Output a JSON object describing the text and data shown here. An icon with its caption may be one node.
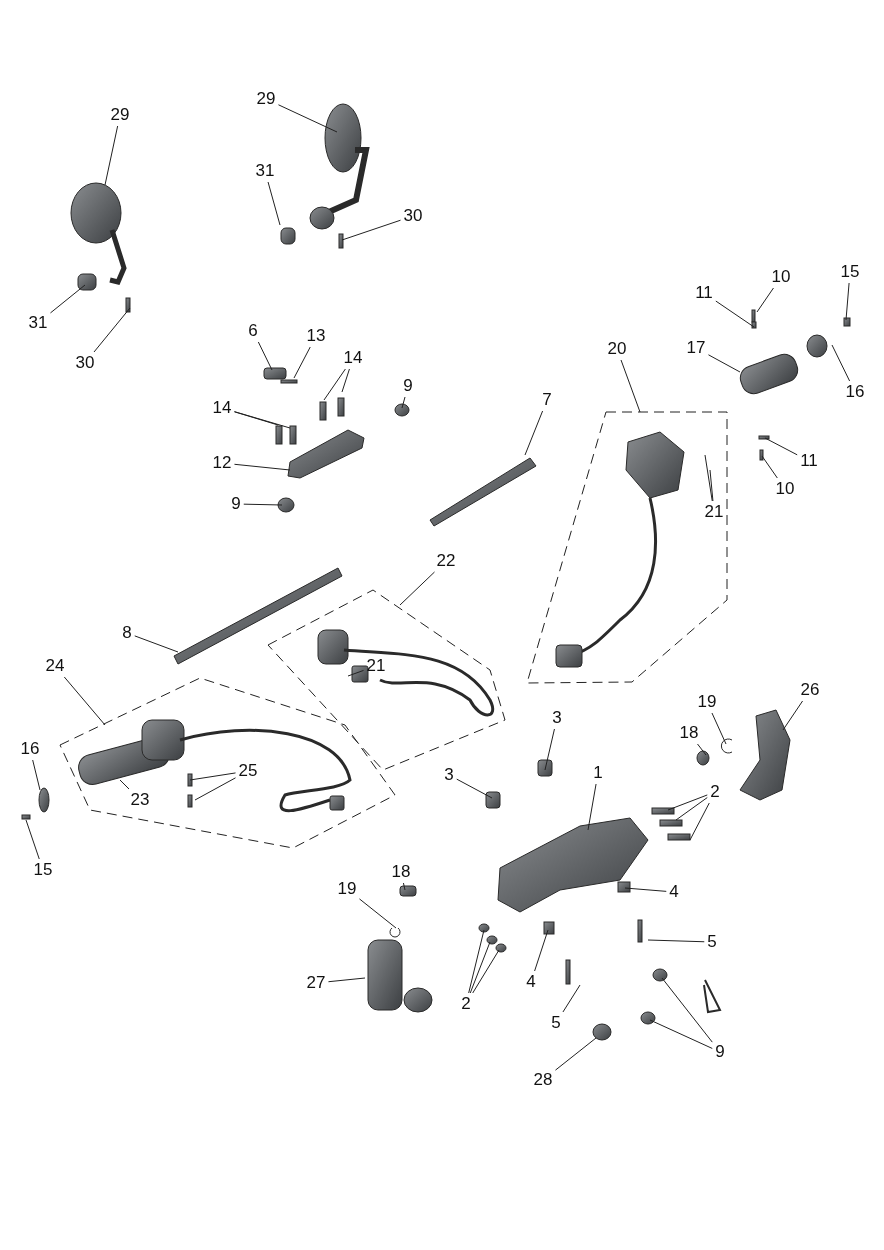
{
  "diagram": {
    "nodes": [
      {
        "text": [
          "29"
        ]
      },
      {
        "text": [
          "29"
        ]
      },
      {
        "text": [
          "31"
        ]
      },
      {
        "text": [
          "30"
        ]
      },
      {
        "text": [
          "15"
        ]
      },
      {
        "text": [
          "10"
        ]
      },
      {
        "text": [
          "11"
        ]
      },
      {
        "text": [
          "31"
        ]
      },
      {
        "text": [
          "6"
        ]
      },
      {
        "text": [
          "13"
        ]
      },
      {
        "text": [
          "17"
        ]
      },
      {
        "text": [
          "20"
        ]
      },
      {
        "text": [
          "14"
        ]
      },
      {
        "text": [
          "30"
        ]
      },
      {
        "text": [
          "9"
        ]
      },
      {
        "text": [
          "16"
        ]
      },
      {
        "text": [
          "7"
        ]
      },
      {
        "text": [
          "14"
        ]
      },
      {
        "text": [
          "11"
        ]
      },
      {
        "text": [
          "12"
        ]
      },
      {
        "text": [
          "10"
        ]
      },
      {
        "text": [
          "9"
        ]
      },
      {
        "text": [
          "21"
        ]
      },
      {
        "text": [
          "22"
        ]
      },
      {
        "text": [
          "8"
        ]
      },
      {
        "text": [
          "24"
        ]
      },
      {
        "text": [
          "21"
        ]
      },
      {
        "text": [
          "26"
        ]
      },
      {
        "text": [
          "19"
        ]
      },
      {
        "text": [
          "3"
        ]
      },
      {
        "text": [
          "18"
        ]
      },
      {
        "text": [
          "16"
        ]
      },
      {
        "text": [
          "25"
        ]
      },
      {
        "text": [
          "1"
        ]
      },
      {
        "text": [
          "3"
        ]
      },
      {
        "text": [
          "2"
        ]
      },
      {
        "text": [
          "23"
        ]
      },
      {
        "text": [
          "15"
        ]
      },
      {
        "text": [
          "18"
        ]
      },
      {
        "text": [
          "19"
        ]
      },
      {
        "text": [
          "4"
        ]
      },
      {
        "text": [
          "5"
        ]
      },
      {
        "text": [
          "4"
        ]
      },
      {
        "text": [
          "27"
        ]
      },
      {
        "text": [
          "2"
        ]
      },
      {
        "text": [
          "5"
        ]
      },
      {
        "text": [
          "9"
        ]
      },
      {
        "text": [
          "28"
        ]
      }
    ],
    "edges": [
      {
        "from": 0,
        "to": null,
        "arrow": "none"
      },
      {
        "from": 1,
        "to": null,
        "arrow": "none"
      },
      {
        "from": 2,
        "to": null,
        "arrow": "none"
      },
      {
        "from": 3,
        "to": null,
        "arrow": "none"
      },
      {
        "from": 4,
        "to": null,
        "arrow": "none"
      },
      {
        "from": 5,
        "to": null,
        "arrow": "none"
      },
      {
        "from": 6,
        "to": null,
        "arrow": "none"
      },
      {
        "from": 7,
        "to": null,
        "arrow": "none"
      },
      {
        "from": 8,
        "to": null,
        "arrow": "none"
      },
      {
        "from": 9,
        "to": null,
        "arrow": "none"
      },
      {
        "from": 10,
        "to": null,
        "arrow": "none"
      },
      {
        "from": 11,
        "to": null,
        "arrow": "none"
      },
      {
        "from": 12,
        "to": null,
        "arrow": "none"
      },
      {
        "from": 12,
        "to": null,
        "arrow": "none"
      },
      {
        "from": 13,
        "to": null,
        "arrow": "none"
      },
      {
        "from": 14,
        "to": null,
        "arrow": "none"
      },
      {
        "from": 15,
        "to": null,
        "arrow": "none"
      },
      {
        "from": 16,
        "to": null,
        "arrow": "none"
      },
      {
        "from": 17,
        "to": null,
        "arrow": "none"
      },
      {
        "from": 17,
        "to": null,
        "arrow": "none"
      },
      {
        "from": 18,
        "to": null,
        "arrow": "none"
      },
      {
        "from": 19,
        "to": null,
        "arrow": "none"
      },
      {
        "from": 20,
        "to": null,
        "arrow": "none"
      },
      {
        "from": 21,
        "to": null,
        "arrow": "none"
      },
      {
        "from": 22,
        "to": null,
        "arrow": "none"
      },
      {
        "from": 22,
        "to": null,
        "arrow": "none"
      },
      {
        "from": 23,
        "to": null,
        "arrow": "none"
      },
      {
        "from": 24,
        "to": null,
        "arrow": "none"
      },
      {
        "from": 25,
        "to": null,
        "arrow": "none"
      },
      {
        "from": 26,
        "to": null,
        "arrow": "none"
      },
      {
        "from": 27,
        "to": null,
        "arrow": "none"
      },
      {
        "from": 28,
        "to": null,
        "arrow": "none"
      },
      {
        "from": 29,
        "to": null,
        "arrow": "none"
      },
      {
        "from": 30,
        "to": null,
        "arrow": "none"
      },
      {
        "from": 31,
        "to": null,
        "arrow": "none"
      },
      {
        "from": 32,
        "to": null,
        "arrow": "none"
      },
      {
        "from": 32,
        "to": null,
        "arrow": "none"
      },
      {
        "from": 33,
        "to": null,
        "arrow": "none"
      },
      {
        "from": 34,
        "to": null,
        "arrow": "none"
      },
      {
        "from": 35,
        "to": null,
        "arrow": "none"
      },
      {
        "from": 35,
        "to": null,
        "arrow": "none"
      },
      {
        "from": 35,
        "to": null,
        "arrow": "none"
      },
      {
        "from": 36,
        "to": null,
        "arrow": "none"
      },
      {
        "from": 37,
        "to": null,
        "arrow": "none"
      },
      {
        "from": 38,
        "to": null,
        "arrow": "none"
      },
      {
        "from": 39,
        "to": null,
        "arrow": "none"
      },
      {
        "from": 40,
        "to": null,
        "arrow": "none"
      },
      {
        "from": 41,
        "to": null,
        "arrow": "none"
      },
      {
        "from": 42,
        "to": null,
        "arrow": "none"
      },
      {
        "from": 43,
        "to": null,
        "arrow": "none"
      },
      {
        "from": 44,
        "to": null,
        "arrow": "none"
      },
      {
        "from": 44,
        "to": null,
        "arrow": "none"
      },
      {
        "from": 44,
        "to": null,
        "arrow": "none"
      },
      {
        "from": 45,
        "to": null,
        "arrow": "none"
      },
      {
        "from": 46,
        "to": null,
        "arrow": "none"
      },
      {
        "from": 46,
        "to": null,
        "arrow": "none"
      },
      {
        "from": 47,
        "to": null,
        "arrow": "none"
      }
    ]
  }
}
